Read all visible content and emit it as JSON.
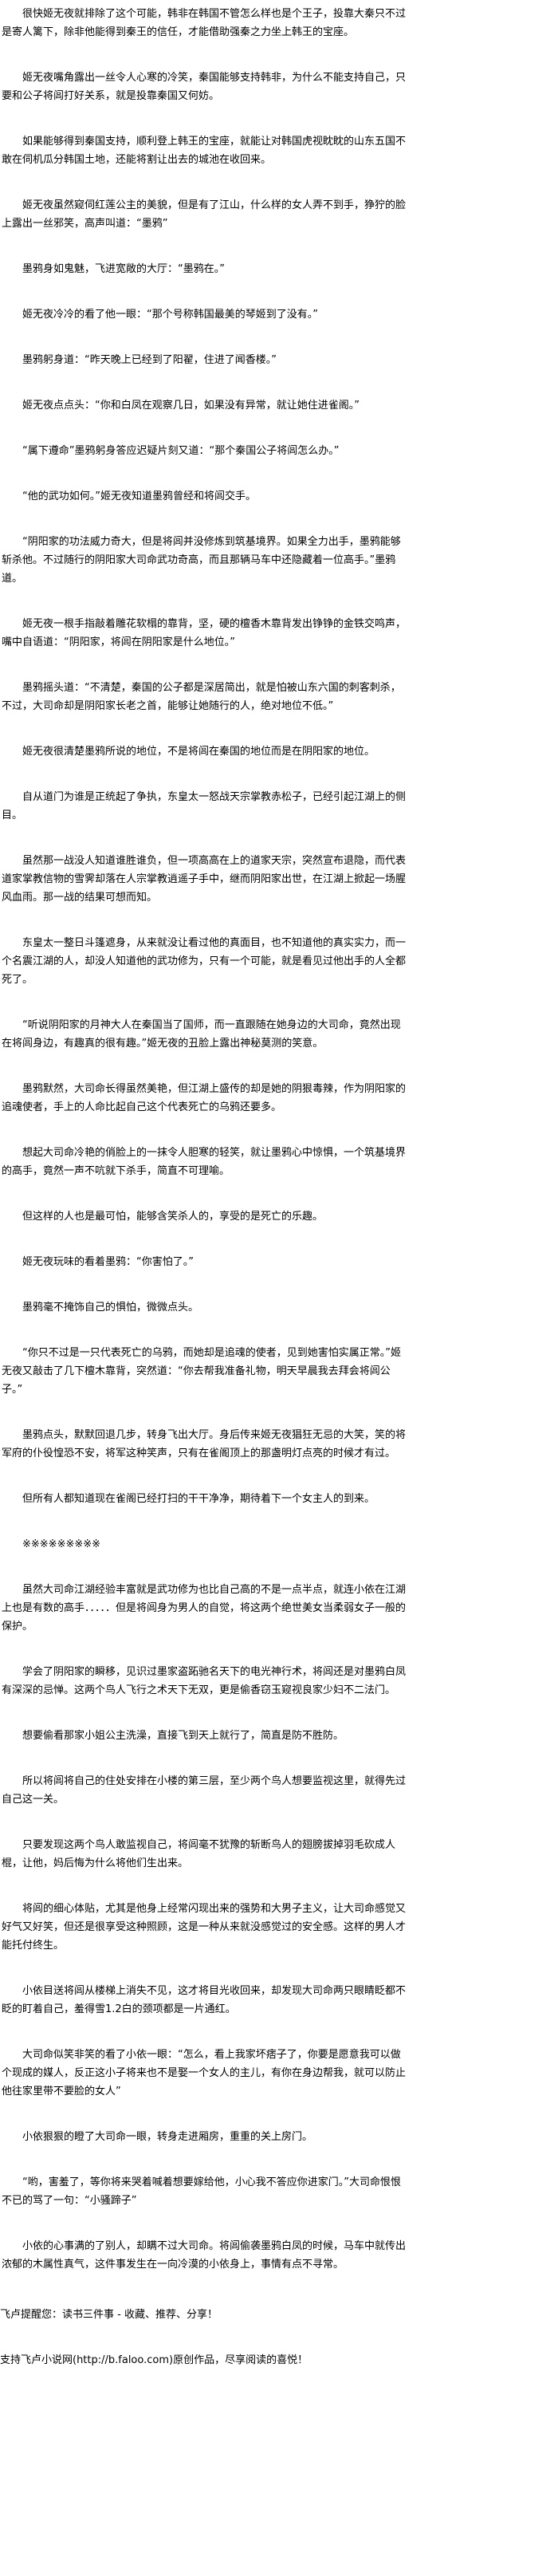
{
  "paragraphs": [
    "很快姬无夜就排除了这个可能，韩非在韩国不管怎么样也是个王子，投靠大秦只不过是寄人篱下，除非他能得到秦王的信任，才能借助强秦之力坐上韩王的宝座。",
    "姬无夜嘴角露出一丝令人心寒的冷笑，秦国能够支持韩非，为什么不能支持自己，只要和公子将闾打好关系，就是投靠秦国又何妨。",
    "如果能够得到秦国支持，顺利登上韩王的宝座，就能让对韩国虎视眈眈的山东五国不敢在伺机瓜分韩国土地，还能将割让出去的城池在收回来。",
    "姬无夜虽然窥伺红莲公主的美貌，但是有了江山，什么样的女人弄不到手，狰狞的脸上露出一丝邪笑，高声叫道：“墨鸦”",
    "墨鸦身如鬼魅，飞进宽敞的大厅：“墨鸦在。”",
    "姬无夜冷冷的看了他一眼：“那个号称韩国最美的琴姬到了没有。”",
    "墨鸦躬身道：“昨天晚上已经到了阳翟，住进了闻香楼。”",
    "姬无夜点点头：“你和白凤在观察几日，如果没有异常，就让她住进雀阁。”",
    "“属下遵命”墨鸦躬身答应迟疑片刻又道：“那个秦国公子将闾怎么办。”",
    "“他的武功如何。”姬无夜知道墨鸦曾经和将闾交手。",
    "“阴阳家的功法威力奇大，但是将闾并没修炼到筑基境界。如果全力出手，墨鸦能够斩杀他。不过随行的阴阳家大司命武功奇高，而且那辆马车中还隐藏着一位高手。”墨鸦道。",
    "姬无夜一根手指敲着雕花软榻的靠背，坚，硬的檀香木靠背发出铮铮的金铁交鸣声，嘴中自语道：“阴阳家，将闾在阴阳家是什么地位。”",
    "墨鸦摇头道：“不清楚，秦国的公子都是深居简出，就是怕被山东六国的刺客刺杀，不过，大司命却是阴阳家长老之首，能够让她随行的人，绝对地位不低。”",
    "姬无夜很清楚墨鸦所说的地位，不是将闾在秦国的地位而是在阴阳家的地位。",
    "自从道门为谁是正统起了争执，东皇太一怒战天宗掌教赤松子，已经引起江湖上的侧目。",
    "虽然那一战没人知道谁胜谁负，但一项高高在上的道家天宗，突然宣布退隐，而代表道家掌教信物的雪霁却落在人宗掌教逍遥子手中，继而阴阳家出世，在江湖上掀起一场腥风血雨。那一战的结果可想而知。",
    "东皇太一整日斗篷遮身，从来就没让看过他的真面目，也不知道他的真实实力，而一个名震江湖的人，却没人知道他的武功修为，只有一个可能，就是看见过他出手的人全都死了。",
    "“听说阴阳家的月神大人在秦国当了国师，而一直跟随在她身边的大司命，竟然出现在将闾身边，有趣真的很有趣。”姬无夜的丑脸上露出神秘莫测的笑意。",
    "墨鸦默然，大司命长得虽然美艳，但江湖上盛传的却是她的阴狠毒辣，作为阴阳家的追魂使者，手上的人命比起自己这个代表死亡的乌鸦还要多。",
    "想起大司命冷艳的俏脸上的一抹令人胆寒的轻笑，就让墨鸦心中惊惧，一个筑基境界的高手，竟然一声不吭就下杀手，简直不可理喻。",
    "但这样的人也是最可怕，能够含笑杀人的，享受的是死亡的乐趣。",
    "姬无夜玩味的看着墨鸦：“你害怕了。”",
    "墨鸦毫不掩饰自己的惧怕，微微点头。",
    "“你只不过是一只代表死亡的乌鸦，而她却是追魂的使者，见到她害怕实属正常。”姬无夜又敲击了几下檀木靠背，突然道：“你去帮我准备礼物，明天早晨我去拜会将闾公子。”",
    "墨鸦点头，默默回退几步，转身飞出大厅。身后传来姬无夜猖狂无忌的大笑，笑的将军府的仆役惶恐不安，将军这种笑声，只有在雀阁顶上的那盏明灯点亮的时候才有过。",
    "但所有人都知道现在雀阁已经打扫的干干净净，期待着下一个女主人的到来。",
    "※※※※※※※※※",
    "虽然大司命江湖经验丰富就是武功修为也比自己高的不是一点半点，就连小依在江湖上也是有数的高手．．．．．但是将闾身为男人的自觉，将这两个绝世美女当柔弱女子一般的保护。",
    "学会了阴阳家的瞬移，见识过墨家盗跖驰名天下的电光神行术，将闾还是对墨鸦白凤有深深的忌惮。这两个鸟人飞行之术天下无双，更是偷香窃玉窥视良家少妇不二法门。",
    "想要偷看那家小姐公主洗澡，直接飞到天上就行了，简直是防不胜防。",
    "所以将闾将自己的住处安排在小楼的第三层，至少两个鸟人想要监视这里，就得先过自己这一关。",
    "只要发现这两个鸟人敢监视自己，将闾毫不犹豫的斩断鸟人的翅膀拔掉羽毛砍成人棍，让他，妈后悔为什么将他们生出来。",
    "将闾的细心体贴，尤其是他身上经常闪现出来的强势和大男子主义，让大司命感觉又好气又好笑，但还是很享受这种照顾，这是一种从来就没感觉过的安全感。这样的男人才能托付终生。",
    "小依目送将闾从楼梯上消失不见，这才将目光收回来，却发现大司命两只眼睛眨都不眨的盯着自己，羞得雪1.2白的颈项都是一片通红。",
    "大司命似笑非笑的看了小依一眼：“怎么，看上我家坏痞子了，你要是愿意我可以做个现成的媒人，反正这小子将来也不是娶一个女人的主儿，有你在身边帮我，就可以防止他往家里带不要脸的女人”",
    "小依狠狠的瞪了大司命一眼，转身走进厢房，重重的关上房门。",
    "“哟，害羞了，等你将来哭着喊着想要嫁给他，小心我不答应你进家门。”大司命恨恨不已的骂了一句：“小骚蹄子”",
    "小依的心事满的了别人，却瞒不过大司命。将闾偷袭墨鸦白凤的时候，马车中就传出浓郁的木属性真气，这件事发生在一向冷漠的小依身上，事情有点不寻常。"
  ],
  "footer": {
    "reminder": "飞卢提醒您：读书三件事 - 收藏、推荐、分享！",
    "support": "支持飞卢小说网(http://b.faloo.com)原创作品，尽享阅读的喜悦！"
  }
}
